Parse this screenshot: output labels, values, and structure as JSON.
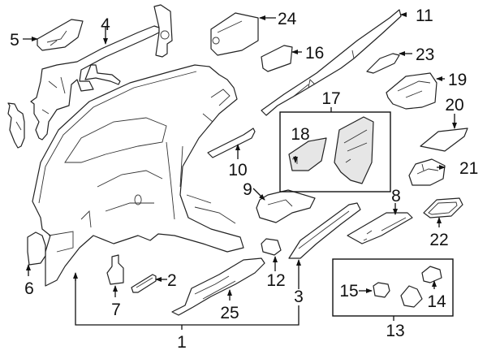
{
  "diagram": {
    "type": "exploded-parts-diagram",
    "subject": "instrument panel components",
    "callouts": [
      {
        "id": "1",
        "label": "1"
      },
      {
        "id": "2",
        "label": "2"
      },
      {
        "id": "3",
        "label": "3"
      },
      {
        "id": "4",
        "label": "4"
      },
      {
        "id": "5",
        "label": "5"
      },
      {
        "id": "6",
        "label": "6"
      },
      {
        "id": "7",
        "label": "7"
      },
      {
        "id": "8",
        "label": "8"
      },
      {
        "id": "9",
        "label": "9"
      },
      {
        "id": "10",
        "label": "10"
      },
      {
        "id": "11",
        "label": "11"
      },
      {
        "id": "12",
        "label": "12"
      },
      {
        "id": "13",
        "label": "13"
      },
      {
        "id": "14",
        "label": "14"
      },
      {
        "id": "15",
        "label": "15"
      },
      {
        "id": "16",
        "label": "16"
      },
      {
        "id": "17",
        "label": "17"
      },
      {
        "id": "18",
        "label": "18"
      },
      {
        "id": "19",
        "label": "19"
      },
      {
        "id": "20",
        "label": "20"
      },
      {
        "id": "21",
        "label": "21"
      },
      {
        "id": "22",
        "label": "22"
      },
      {
        "id": "23",
        "label": "23"
      },
      {
        "id": "24",
        "label": "24"
      },
      {
        "id": "25",
        "label": "25"
      }
    ],
    "groups": [
      {
        "id": "1",
        "members": [
          "6",
          "3"
        ]
      },
      {
        "id": "13",
        "members": [
          "14",
          "15"
        ]
      },
      {
        "id": "17",
        "members": [
          "18"
        ]
      }
    ]
  }
}
